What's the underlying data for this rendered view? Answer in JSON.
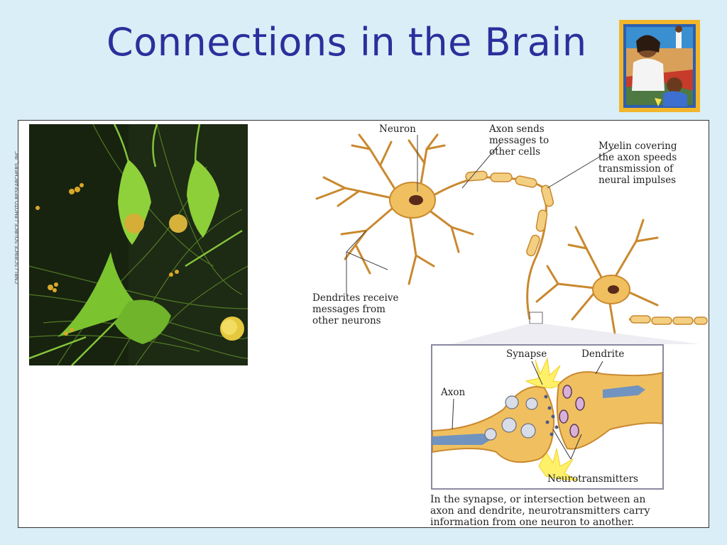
{
  "slide": {
    "title": "Connections in the Brain"
  },
  "photo": {
    "credit": "CNRI / SCIENCE SOURCE / PHOTO RESEARCHERS, INC."
  },
  "diagram": {
    "labels": {
      "neuron": "Neuron",
      "axon_sends": [
        "Axon sends",
        "messages to",
        "other cells"
      ],
      "myelin": [
        "Myelin covering",
        "the axon speeds",
        "transmission of",
        "neural impulses"
      ],
      "dendrites": [
        "Dendrites receive",
        "messages from",
        "other neurons"
      ]
    },
    "inset": {
      "synapse": "Synapse",
      "dendrite": "Dendrite",
      "axon": "Axon",
      "neurotransmitters": "Neurotransmitters"
    },
    "caption": [
      "In the synapse, or intersection between an",
      "axon and dendrite, neurotransmitters carry",
      "information from one neuron to another."
    ]
  },
  "colors": {
    "title": "#2b2f9c",
    "background": "#d9eef6",
    "neuron": "#f0c060",
    "neuron_outline": "#c9892f"
  }
}
